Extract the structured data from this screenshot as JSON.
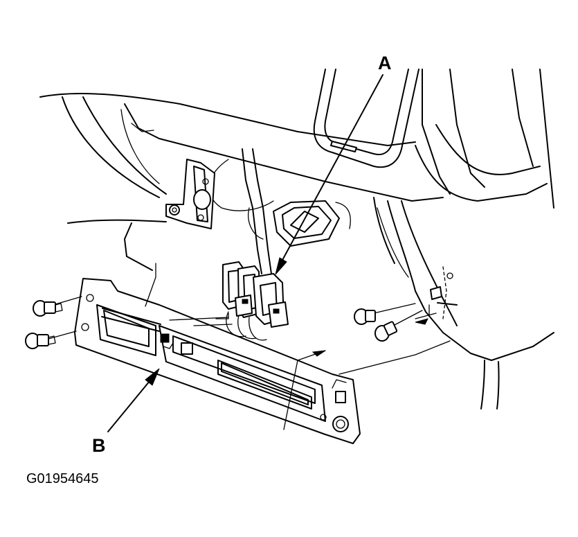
{
  "callouts": {
    "a": "A",
    "b": "B"
  },
  "figure_id": "G01954645"
}
